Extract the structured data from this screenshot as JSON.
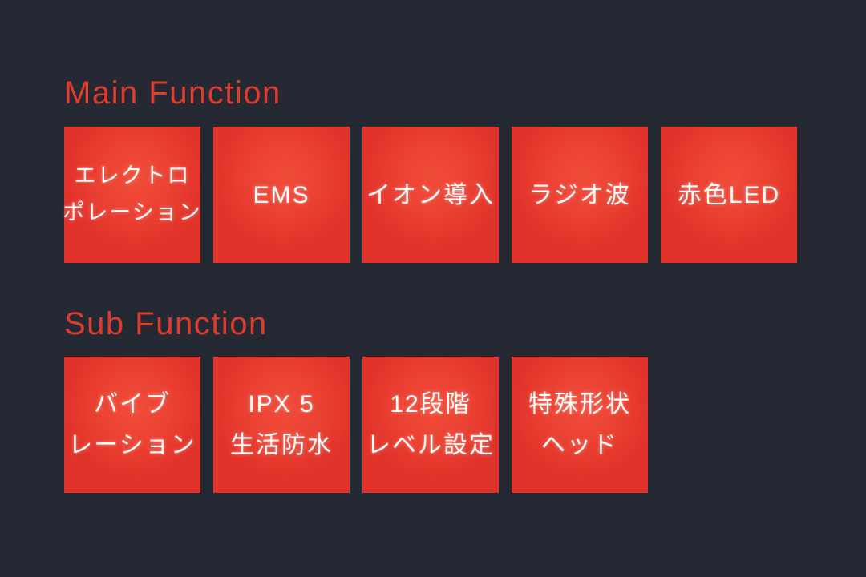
{
  "colors": {
    "background": "#242933",
    "heading": "#dd3d2d",
    "tile_base": "#e2332a",
    "tile_glow": "#f14c3a",
    "tile_text": "#fdfdfd"
  },
  "sections": [
    {
      "title": "Main Function",
      "tiles": [
        {
          "lines": [
            "エレクトロ",
            "ポレーション"
          ]
        },
        {
          "lines": [
            "EMS"
          ]
        },
        {
          "lines": [
            "イオン導入"
          ]
        },
        {
          "lines": [
            "ラジオ波"
          ]
        },
        {
          "lines": [
            "赤色LED"
          ]
        }
      ]
    },
    {
      "title": "Sub Function",
      "tiles": [
        {
          "lines": [
            "バイブ",
            "レーション"
          ]
        },
        {
          "lines": [
            "IPX 5",
            "生活防水"
          ]
        },
        {
          "lines": [
            "12段階",
            "レベル設定"
          ]
        },
        {
          "lines": [
            "特殊形状",
            "ヘッド"
          ]
        }
      ]
    }
  ]
}
